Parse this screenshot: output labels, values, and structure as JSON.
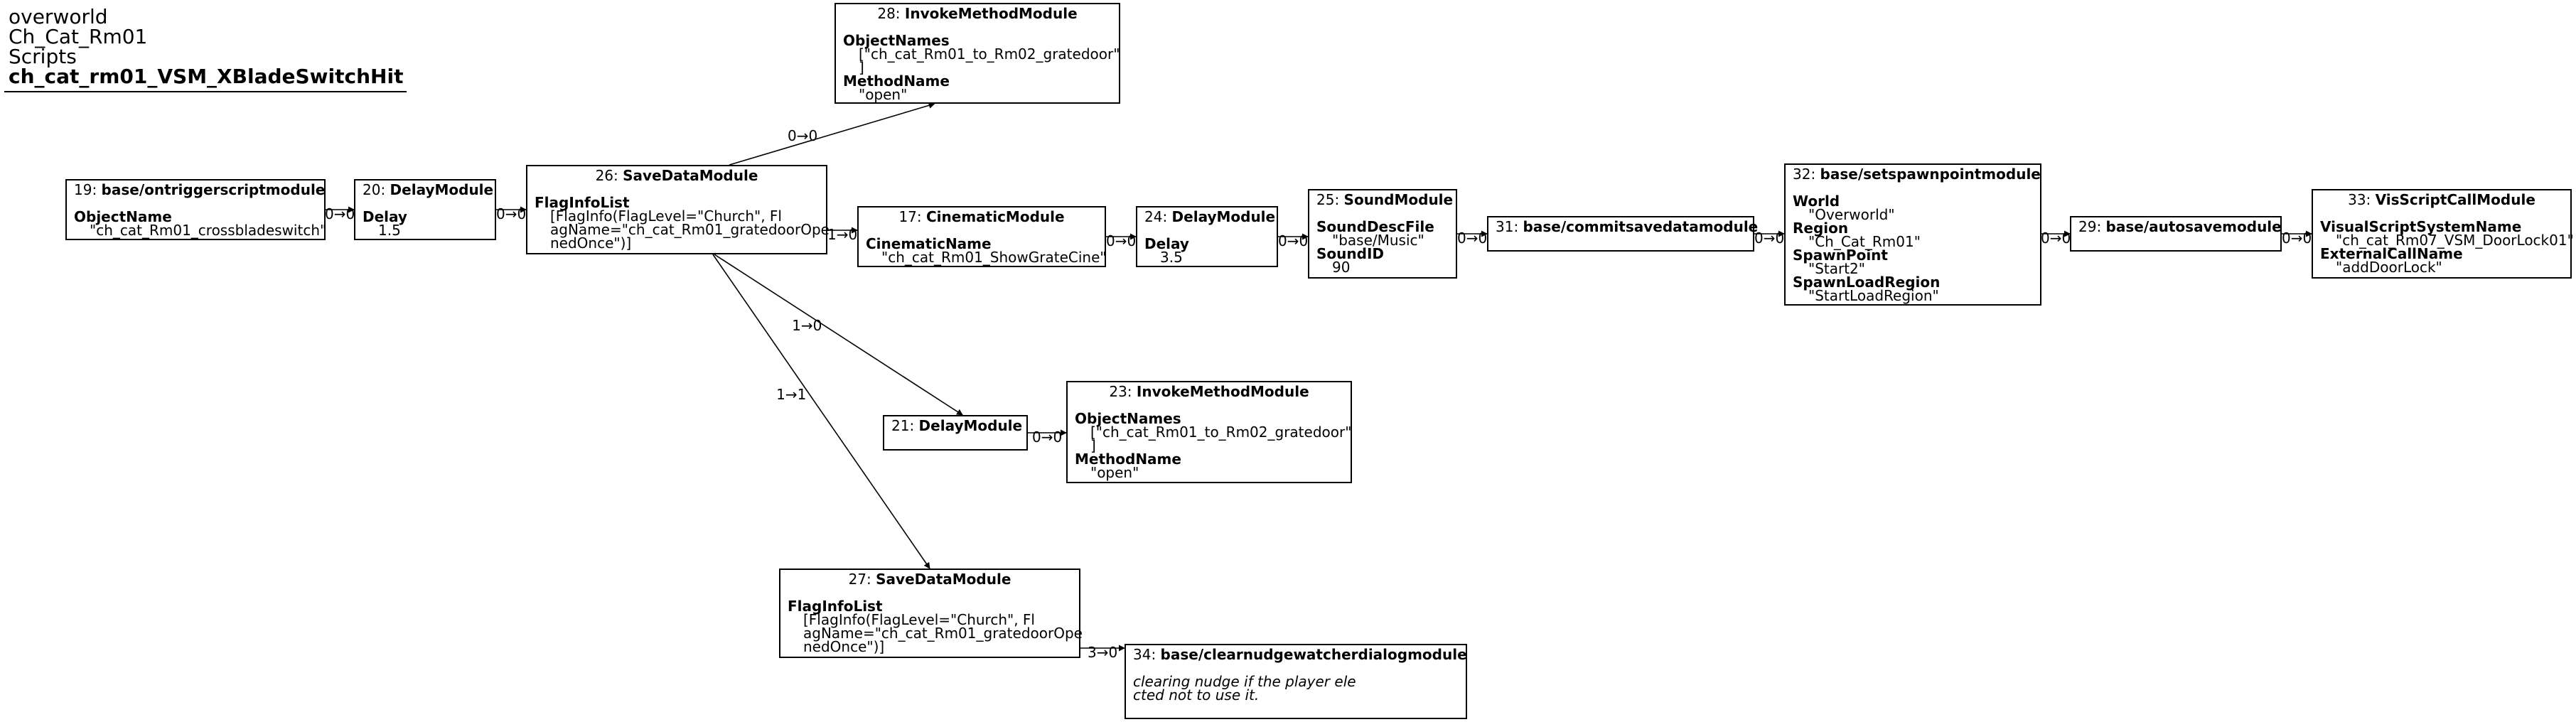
{
  "header": {
    "lines": [
      "overworld",
      "Ch_Cat_Rm01",
      "Scripts"
    ],
    "script_name": "ch_cat_rm01_VSM_XBladeSwitchHit"
  },
  "nodes": {
    "n19": {
      "id": "19:",
      "name": "base/ontriggerscriptmodule",
      "props": [
        {
          "k": "ObjectName",
          "v": "\"ch_cat_Rm01_crossbladeswitch\""
        }
      ]
    },
    "n20": {
      "id": "20:",
      "name": "DelayModule",
      "props": [
        {
          "k": "Delay",
          "v": "1.5"
        }
      ]
    },
    "n26": {
      "id": "26:",
      "name": "SaveDataModule",
      "props": [
        {
          "k": "FlagInfoList",
          "v": "[FlagInfo(FlagLevel=\"Church\", Fl\nagName=\"ch_cat_Rm01_gratedoorOpe\nnedOnce\")]"
        }
      ]
    },
    "n28": {
      "id": "28:",
      "name": "InvokeMethodModule",
      "props": [
        {
          "k": "ObjectNames",
          "v": "[\"ch_cat_Rm01_to_Rm02_gratedoor\"\n]"
        },
        {
          "k": "MethodName",
          "v": "\"open\""
        }
      ]
    },
    "n17": {
      "id": "17:",
      "name": "CinematicModule",
      "props": [
        {
          "k": "CinematicName",
          "v": "\"ch_cat_Rm01_ShowGrateCine\""
        }
      ]
    },
    "n24": {
      "id": "24:",
      "name": "DelayModule",
      "props": [
        {
          "k": "Delay",
          "v": "3.5"
        }
      ]
    },
    "n25": {
      "id": "25:",
      "name": "SoundModule",
      "props": [
        {
          "k": "SoundDescFile",
          "v": "\"base/Music\""
        },
        {
          "k": "SoundID",
          "v": "90"
        }
      ]
    },
    "n31": {
      "id": "31:",
      "name": "base/commitsavedatamodule",
      "props": []
    },
    "n32": {
      "id": "32:",
      "name": "base/setspawnpointmodule",
      "props": [
        {
          "k": "World",
          "v": "\"Overworld\""
        },
        {
          "k": "Region",
          "v": "\"Ch_Cat_Rm01\""
        },
        {
          "k": "SpawnPoint",
          "v": "\"Start2\""
        },
        {
          "k": "SpawnLoadRegion",
          "v": "\"StartLoadRegion\""
        }
      ]
    },
    "n29": {
      "id": "29:",
      "name": "base/autosavemodule",
      "props": []
    },
    "n33": {
      "id": "33:",
      "name": "VisScriptCallModule",
      "props": [
        {
          "k": "VisualScriptSystemName",
          "v": "\"ch_cat_Rm07_VSM_DoorLock01\""
        },
        {
          "k": "ExternalCallName",
          "v": "\"addDoorLock\""
        }
      ]
    },
    "n21": {
      "id": "21:",
      "name": "DelayModule",
      "props": []
    },
    "n23": {
      "id": "23:",
      "name": "InvokeMethodModule",
      "props": [
        {
          "k": "ObjectNames",
          "v": "[\"ch_cat_Rm01_to_Rm02_gratedoor\"\n]"
        },
        {
          "k": "MethodName",
          "v": "\"open\""
        }
      ]
    },
    "n27": {
      "id": "27:",
      "name": "SaveDataModule",
      "props": [
        {
          "k": "FlagInfoList",
          "v": "[FlagInfo(FlagLevel=\"Church\", Fl\nagName=\"ch_cat_Rm01_gratedoorOpe\nnedOnce\")]"
        }
      ]
    },
    "n34": {
      "id": "34:",
      "name": "base/clearnudgewatcherdialogmodule",
      "comment": "clearing nudge if the player ele\ncted not to use it.",
      "props": []
    }
  },
  "edges": [
    {
      "from": "n19",
      "to": "n20",
      "label": "0→0"
    },
    {
      "from": "n20",
      "to": "n26",
      "label": "0→0"
    },
    {
      "from": "n26",
      "to": "n28",
      "label": "0→0"
    },
    {
      "from": "n26",
      "to": "n17",
      "label": "1→0"
    },
    {
      "from": "n17",
      "to": "n24",
      "label": "0→0"
    },
    {
      "from": "n24",
      "to": "n25",
      "label": "0→0"
    },
    {
      "from": "n25",
      "to": "n31",
      "label": "0→0"
    },
    {
      "from": "n31",
      "to": "n32",
      "label": "0→0"
    },
    {
      "from": "n32",
      "to": "n29",
      "label": "0→0"
    },
    {
      "from": "n29",
      "to": "n33",
      "label": "0→0"
    },
    {
      "from": "n26",
      "to": "n21",
      "label": "1→0"
    },
    {
      "from": "n21",
      "to": "n23",
      "label": "0→0"
    },
    {
      "from": "n26",
      "to": "n27",
      "label": "1→1"
    },
    {
      "from": "n27",
      "to": "n34",
      "label": "3→0"
    }
  ]
}
